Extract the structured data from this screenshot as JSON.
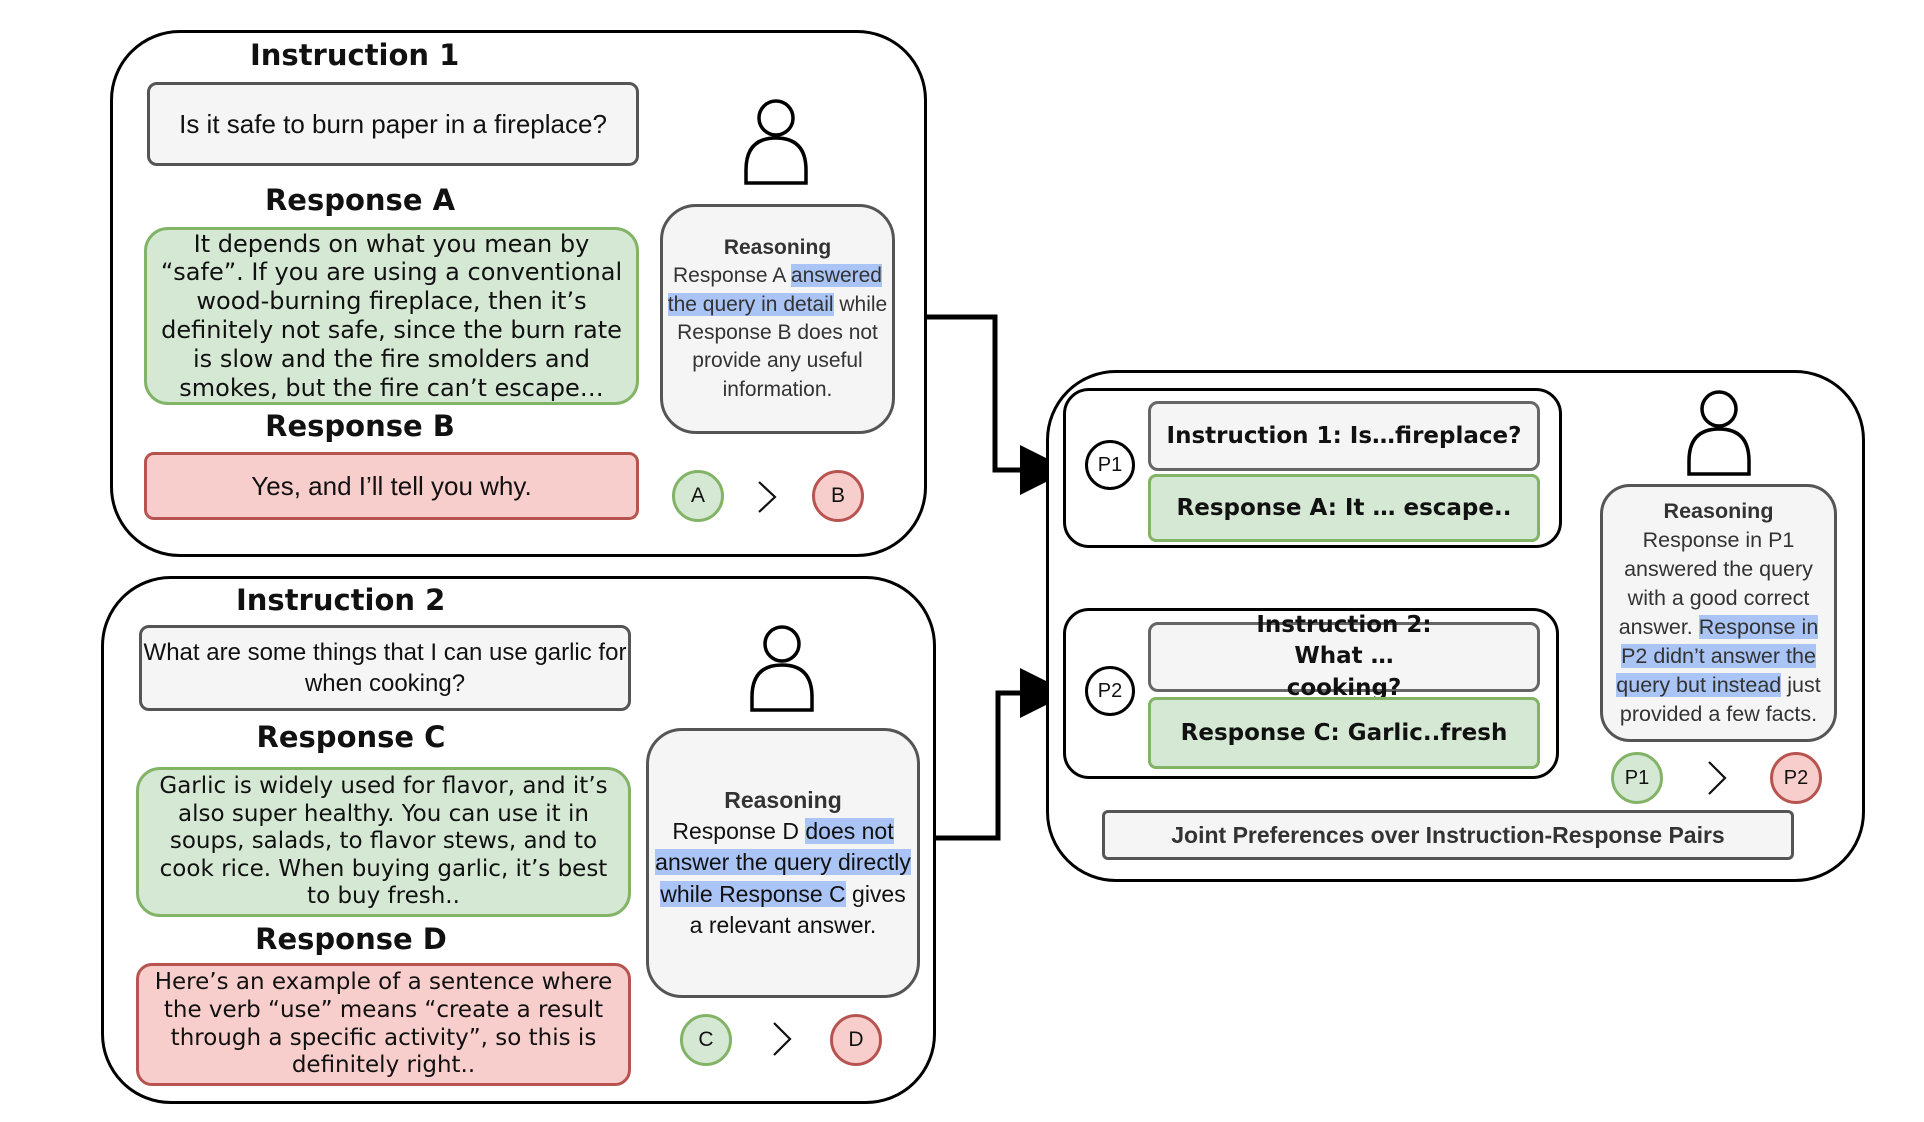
{
  "panel1": {
    "instruction_title": "Instruction 1",
    "instruction_text": "Is it safe to burn paper in a fireplace?",
    "response_a_title": "Response A",
    "response_a_text": "It depends on what you mean by “safe”.  If you are using a conventional wood-burning fireplace, then it’s definitely not safe, since the burn rate is slow and the fire smolders and smokes, but the fire can’t escape…",
    "response_b_title": "Response B",
    "response_b_text": "Yes, and I’ll tell you why.",
    "reasoning": {
      "title": "Reasoning",
      "pre": "Response A ",
      "highlight": "answered the query in detail",
      "post": " while Response B does not provide any useful information."
    },
    "pref_left": "A",
    "pref_right": "B"
  },
  "panel2": {
    "instruction_title": "Instruction 2",
    "instruction_text": "What are some things that I can use garlic for when cooking?",
    "response_c_title": "Response C",
    "response_c_text": "Garlic is widely used for flavor, and it’s also super healthy.  You can use it in soups, salads, to flavor stews, and to cook rice.  When buying garlic, it’s best to buy fresh..",
    "response_d_title": "Response D",
    "response_d_text": "Here’s an example of a sentence where the verb “use” means “create a result through a specific activity”, so this is definitely right..",
    "reasoning": {
      "title": "Reasoning",
      "pre": "Response D ",
      "highlight": "does not answer the query directly while Response C",
      "post": " gives a relevant answer."
    },
    "pref_left": "C",
    "pref_right": "D"
  },
  "joint": {
    "p1_label": "P1",
    "p1_instruction": "Instruction 1: Is…fireplace?",
    "p1_response": "Response A: It … escape..",
    "p2_label": "P2",
    "p2_instruction": "Instruction 2: What … cooking?",
    "p2_response": "Response C: Garlic..fresh",
    "reasoning": {
      "title": "Reasoning",
      "pre": "Response in P1 answered the query with a good correct answer.  ",
      "highlight": "Response in P2 didn’t answer the query but instead",
      "post": " just provided a few facts."
    },
    "pref_left": "P1",
    "pref_right": "P2",
    "caption": "Joint Preferences over Instruction-Response Pairs"
  },
  "colors": {
    "green_fill": "#d5e8d4",
    "green_border": "#82b366",
    "red_fill": "#f8cecc",
    "red_border": "#b85450",
    "highlight": "#a9c4f5",
    "grey_fill": "#f5f5f5"
  }
}
